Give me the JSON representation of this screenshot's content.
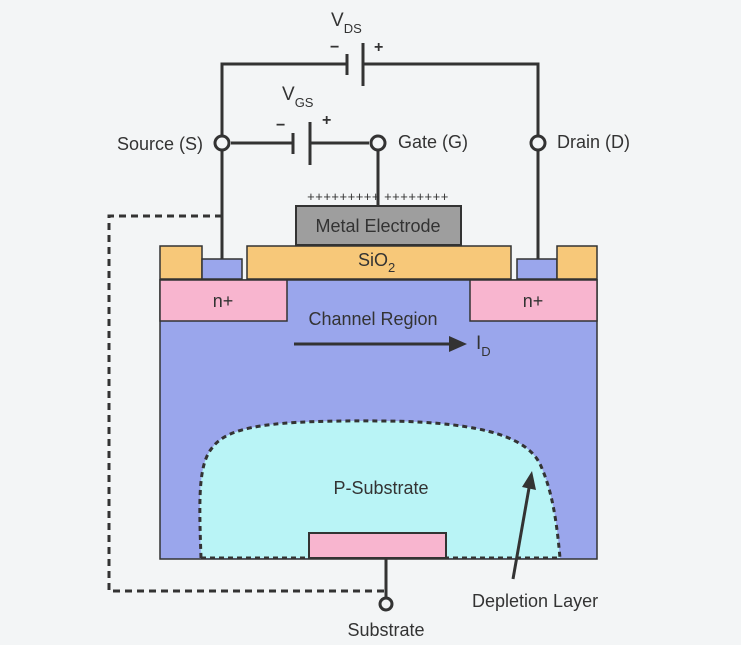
{
  "diagram": {
    "vds": {
      "label": "V",
      "subscript": "DS",
      "minus": "−",
      "plus": "+"
    },
    "vgs": {
      "label": "V",
      "subscript": "GS",
      "minus": "−",
      "plus": "+"
    },
    "terminals": {
      "source": "Source (S)",
      "gate": "Gate (G)",
      "drain": "Drain (D)",
      "substrate": "Substrate"
    },
    "gate_charges": "+++++++++ ++++++++",
    "metal_electrode": "Metal Electrode",
    "oxide": {
      "label": "SiO",
      "subscript": "2"
    },
    "n_plus_left": "n+",
    "n_plus_right": "n+",
    "channel_region": "Channel Region",
    "drain_current": {
      "label": "I",
      "subscript": "D"
    },
    "p_substrate": "P-Substrate",
    "depletion_layer": "Depletion Layer",
    "colors": {
      "background": "#f3f5f6",
      "wire": "#333333",
      "p_body": "#9aa6ec",
      "depletion": "#b9f4f6",
      "n_plus": "#f8b5cf",
      "oxide": "#f7c879",
      "metal": "#9e9e9e",
      "contact": "#9aa6ec"
    }
  }
}
